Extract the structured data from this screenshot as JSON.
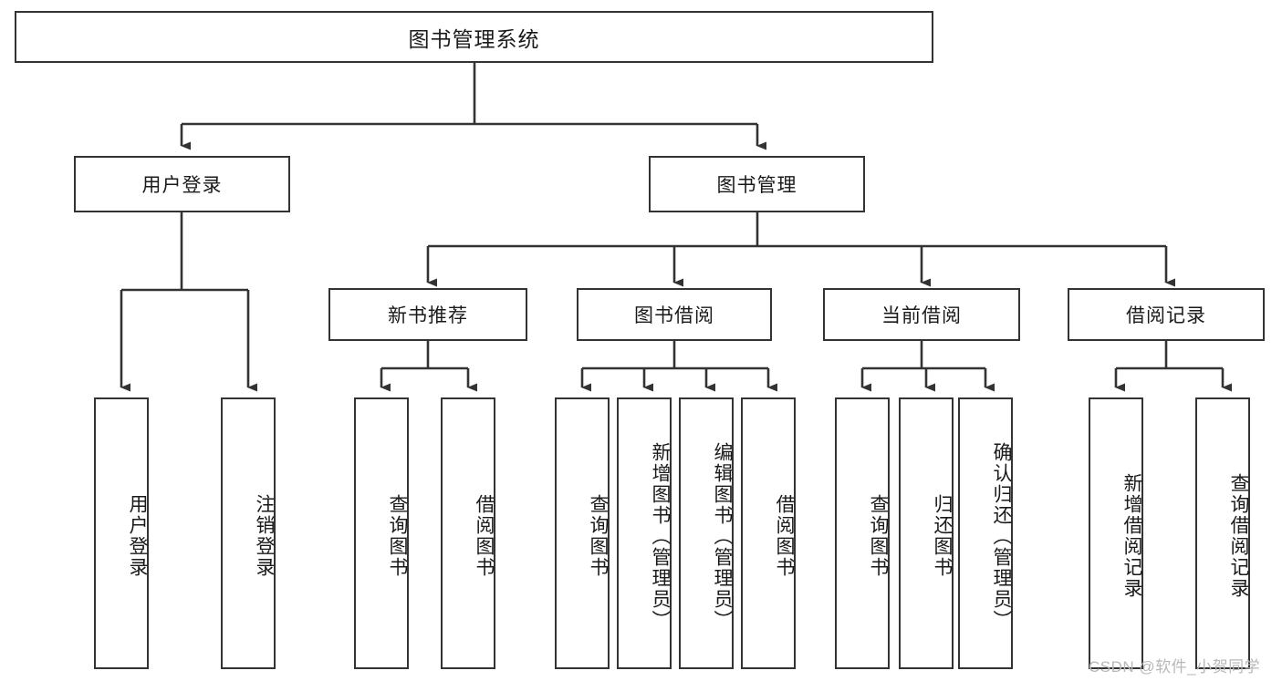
{
  "diagram": {
    "title": "图书管理系统",
    "type": "tree-hierarchy-diagram",
    "watermark": "CSDN @软件_小贺同学",
    "colors": {
      "border": "#333333",
      "background": "#ffffff",
      "text": "#1a1a1a",
      "watermark": "#b8b8b8"
    }
  },
  "nodes": {
    "root": {
      "label": "图书管理系统"
    },
    "level2": [
      {
        "id": "user-login",
        "label": "用户登录"
      },
      {
        "id": "book-manage",
        "label": "图书管理"
      }
    ],
    "level3": [
      {
        "id": "new-book-recommend",
        "label": "新书推荐"
      },
      {
        "id": "book-borrow",
        "label": "图书借阅"
      },
      {
        "id": "current-borrow",
        "label": "当前借阅"
      },
      {
        "id": "borrow-record",
        "label": "借阅记录"
      }
    ],
    "leaves": {
      "user_login": [
        {
          "id": "leaf-user-login",
          "label": "用户登录"
        },
        {
          "id": "leaf-logout-login",
          "label": "注销登录"
        }
      ],
      "new_book_recommend": [
        {
          "id": "leaf-query-book-1",
          "label": "查询图书"
        },
        {
          "id": "leaf-borrow-book-1",
          "label": "借阅图书"
        }
      ],
      "book_borrow": [
        {
          "id": "leaf-query-book-2",
          "label": "查询图书"
        },
        {
          "id": "leaf-add-book",
          "label": "新增图书（管理员）"
        },
        {
          "id": "leaf-edit-book",
          "label": "编辑图书（管理员）"
        },
        {
          "id": "leaf-borrow-book-2",
          "label": "借阅图书"
        }
      ],
      "current_borrow": [
        {
          "id": "leaf-query-book-3",
          "label": "查询图书"
        },
        {
          "id": "leaf-return-book",
          "label": "归还图书"
        },
        {
          "id": "leaf-confirm-return",
          "label": "确认归还（管理员）"
        }
      ],
      "borrow_record": [
        {
          "id": "leaf-add-record",
          "label": "新增借阅记录"
        },
        {
          "id": "leaf-query-record",
          "label": "查询借阅记录"
        }
      ]
    }
  }
}
